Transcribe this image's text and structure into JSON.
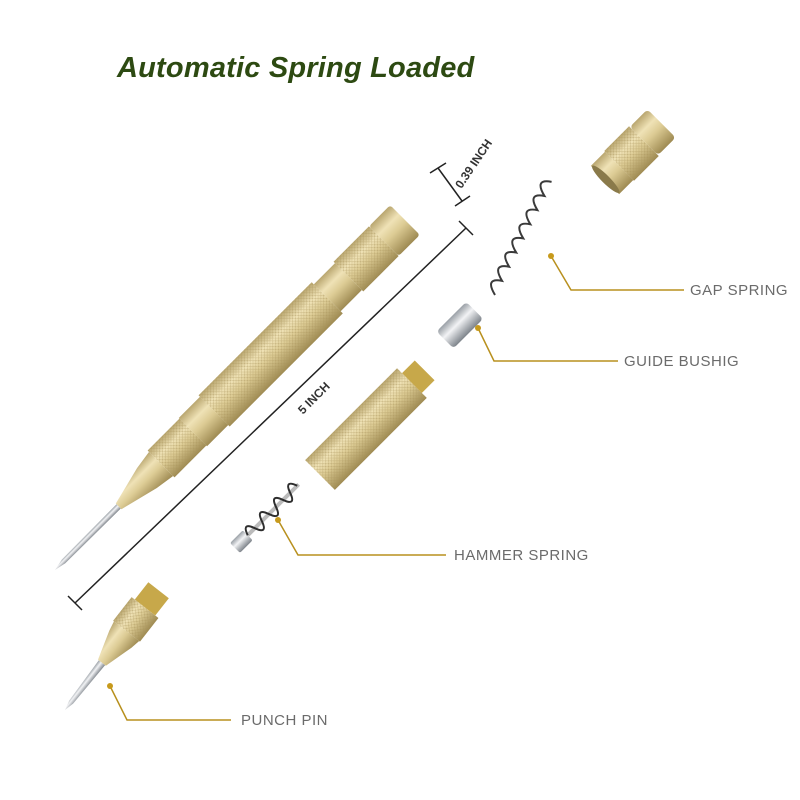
{
  "title": "Automatic Spring Loaded",
  "dimensions": {
    "diameter": "0.39 INCH",
    "length": "5 INCH"
  },
  "callouts": [
    {
      "id": "gap-spring",
      "label": "GAP SPRING"
    },
    {
      "id": "guide-bushing",
      "label": "GUIDE BUSHIG"
    },
    {
      "id": "hammer-spring",
      "label": "HAMMER SPRING"
    },
    {
      "id": "punch-pin",
      "label": "PUNCH PIN"
    }
  ],
  "colors": {
    "title": "#2d4a12",
    "leader_line": "#b8901e",
    "label_text": "#6b6b6b",
    "brass": "#d9c58e",
    "brass_dark": "#a8935a",
    "steel": "#c9ccd0",
    "spring": "#3a3a3a",
    "dimension_line": "#222222"
  }
}
